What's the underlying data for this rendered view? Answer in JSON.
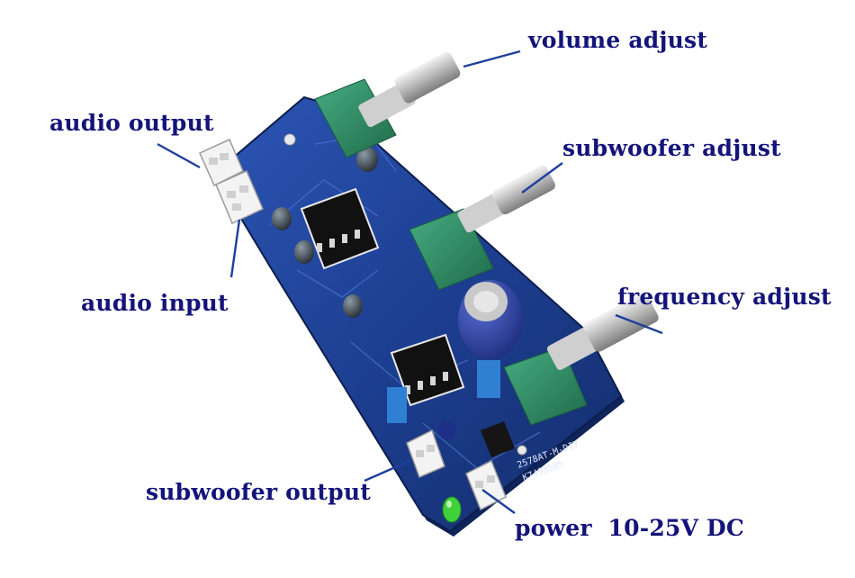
{
  "labels": {
    "volume_adjust": "volume adjust",
    "subwoofer_adjust": "subwoofer adjust",
    "frequency_adjust": "frequency adjust",
    "audio_output": "audio output",
    "audio_input": "audio input",
    "subwoofer_output": "subwoofer output",
    "power": "power  10-25V DC"
  },
  "board_silkscreen": {
    "model": "2578AT-M-DIY",
    "code": "K74985B5"
  },
  "colors": {
    "label_text": "#14147a",
    "pointer_line": "#1d3f9c",
    "pcb": "#1f3f8f",
    "pot_body": "#2f8a64",
    "connector": "#f2f2f2",
    "led": "#3fd13a"
  }
}
